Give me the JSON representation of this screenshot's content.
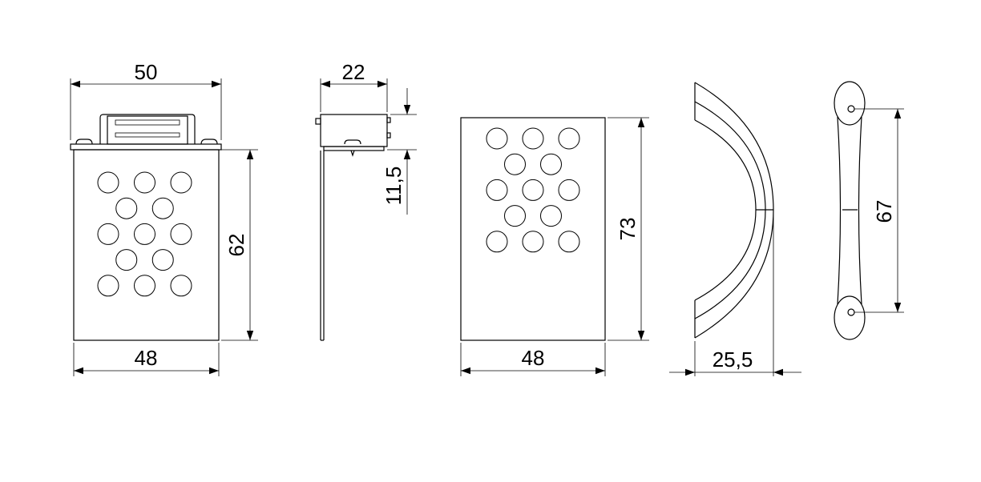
{
  "views": {
    "front_with_clip": {
      "width_top": "50",
      "width_bottom": "48",
      "height": "62"
    },
    "side": {
      "depth": "22",
      "clip_height": "11,5"
    },
    "front_plate": {
      "width": "48",
      "height": "73"
    },
    "curved_profile": {
      "depth": "25,5"
    },
    "side_profile": {
      "hole_spacing": "67"
    }
  },
  "colors": {
    "line": "#000000",
    "background": "#ffffff"
  }
}
